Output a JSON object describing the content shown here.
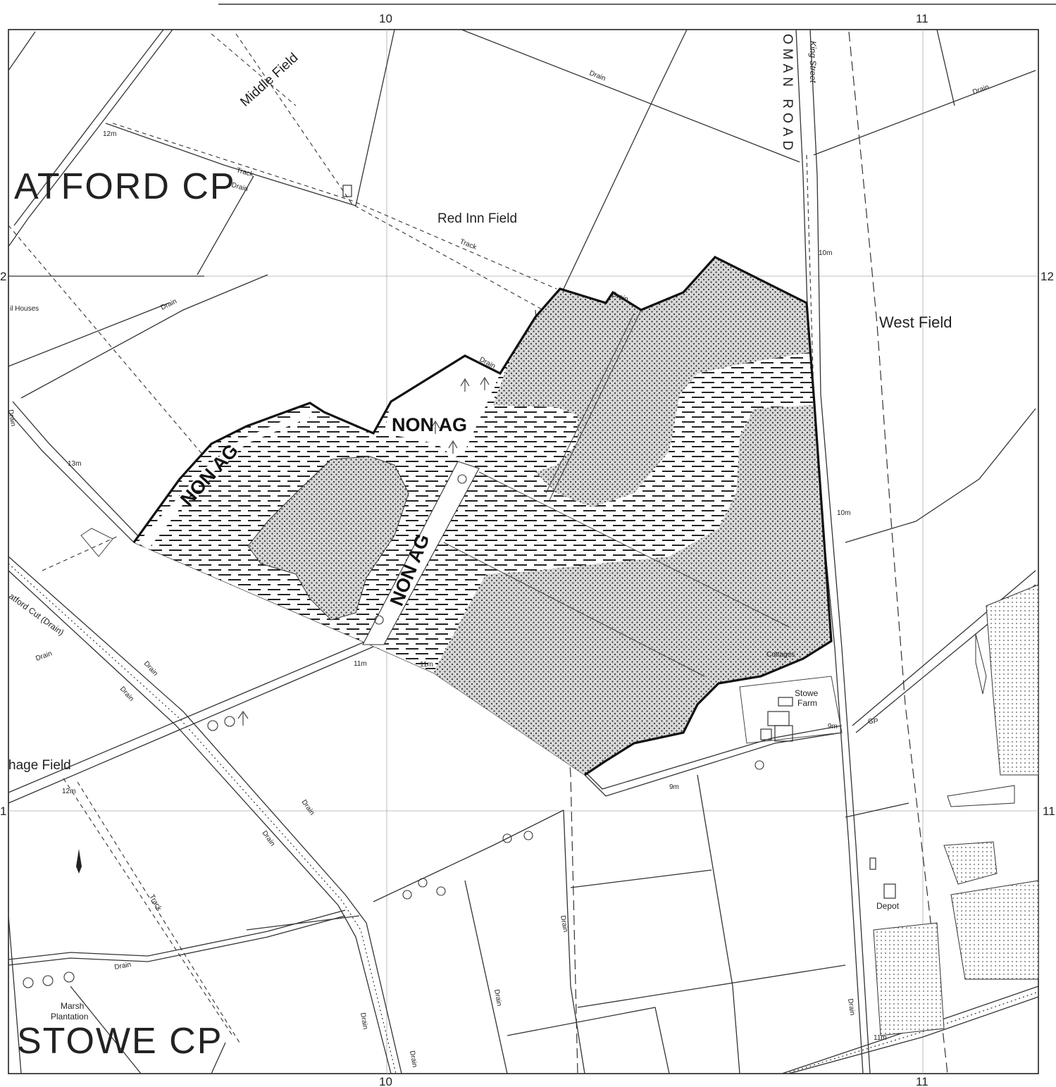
{
  "map": {
    "grid_labels": {
      "top_10": "10",
      "top_11": "11",
      "right_12": "12",
      "right_11": "11",
      "left_12": "2",
      "left_11": "1",
      "bottom_10": "10",
      "bottom_11": "11"
    },
    "parishes": {
      "north": "ATFORD CP",
      "south": "STOWE CP"
    },
    "fields": {
      "middle": "Middle Field",
      "red_inn": "Red Inn Field",
      "west": "West Field",
      "hage": "hage Field",
      "marsh": "Marsh",
      "plantation": "Plantation"
    },
    "places": {
      "houses": "il Houses",
      "stowe": "Stowe",
      "farm": "Farm",
      "depot": "Depot",
      "gp": "GP",
      "cottages": "Cottages"
    },
    "roads": {
      "roman_road": "OMAN ROAD",
      "king_street": "King Street",
      "cut": "atford Cut (Drain)"
    },
    "features": {
      "drain": "Drain",
      "track": "Track"
    },
    "spot_heights": {
      "h12a": "12m",
      "h13": "13m",
      "h11a": "11m",
      "h11b": "11m",
      "h10a": "10m",
      "h10b": "10m",
      "h9a": "9m",
      "h9b": "9m",
      "h12b": "12m",
      "h11c": "11m"
    },
    "non_ag": {
      "a": "NON AG",
      "b": "NON AG",
      "c": "NON AG"
    }
  }
}
